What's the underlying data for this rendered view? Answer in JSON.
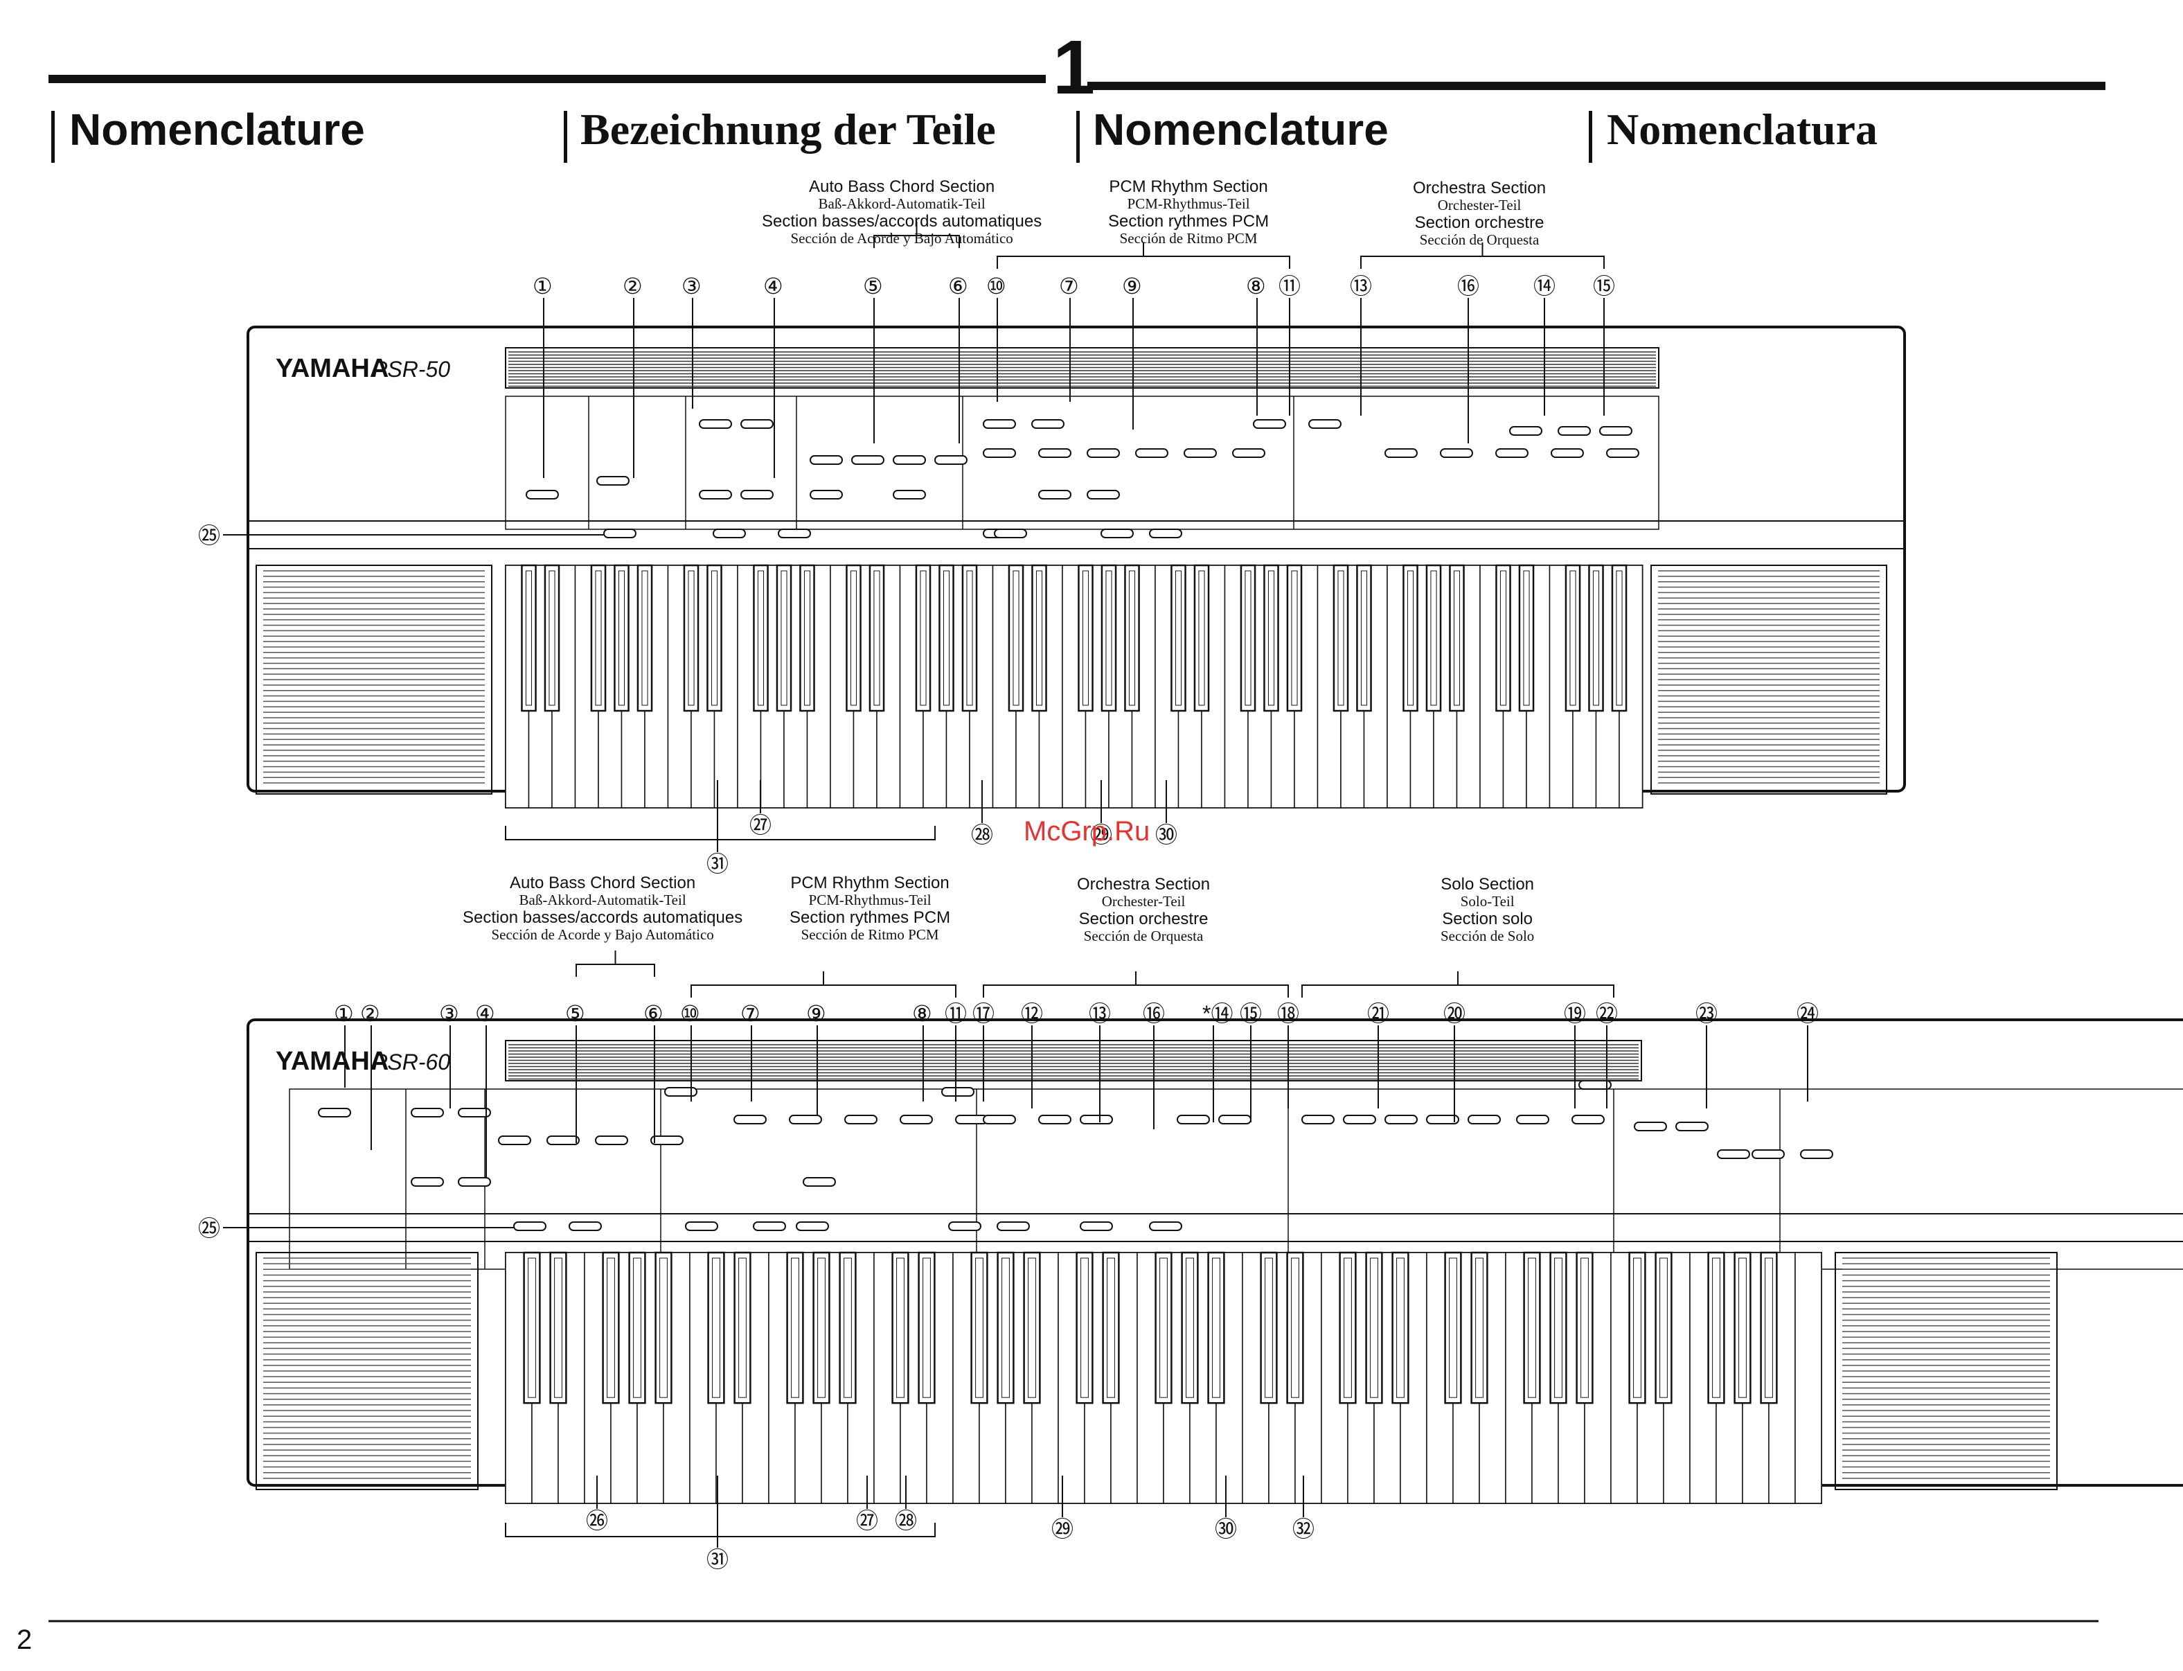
{
  "chapter_number": "1",
  "page_number": "2",
  "watermark": "McGrp.Ru",
  "headings": {
    "en": "Nomenclature",
    "de": "Bezeichnung der Teile",
    "fr": "Nomenclature",
    "es": "Nomenclatura"
  },
  "keyboard_top": {
    "brand": "YAMAHA",
    "model": "PSR-50",
    "sections": {
      "abc": [
        "Auto Bass Chord Section",
        "Baß-Akkord-Automatik-Teil",
        "Section basses/accords automatiques",
        "Sección de Acorde y Bajo Automático"
      ],
      "pcm": [
        "PCM Rhythm Section",
        "PCM-Rhythmus-Teil",
        "Section rythmes PCM",
        "Sección de Ritmo PCM"
      ],
      "orch": [
        "Orchestra Section",
        "Orchester-Teil",
        "Section orchestre",
        "Sección de Orquesta"
      ]
    },
    "callouts_top": [
      "①",
      "②",
      "③",
      "④",
      "⑤",
      "⑥",
      "⑩",
      "⑦",
      "⑨",
      "⑧",
      "⑪",
      "⑬",
      "⑯",
      "⑭",
      "⑮"
    ],
    "callouts_bottom": [
      "㉗",
      "㉘",
      "㉙",
      "㉚",
      "㉛"
    ],
    "callout_side": "㉕"
  },
  "keyboard_bottom": {
    "brand": "YAMAHA",
    "model": "PSR-60",
    "sections": {
      "abc": [
        "Auto Bass Chord Section",
        "Baß-Akkord-Automatik-Teil",
        "Section basses/accords automatiques",
        "Sección de Acorde y Bajo Automático"
      ],
      "pcm": [
        "PCM Rhythm Section",
        "PCM-Rhythmus-Teil",
        "Section rythmes PCM",
        "Sección de Ritmo PCM"
      ],
      "orch": [
        "Orchestra Section",
        "Orchester-Teil",
        "Section orchestre",
        "Sección de Orquesta"
      ],
      "solo": [
        "Solo Section",
        "Solo-Teil",
        "Section solo",
        "Sección de Solo"
      ]
    },
    "callouts_top": [
      "①",
      "②",
      "③",
      "④",
      "⑤",
      "⑥",
      "⑩",
      "⑦",
      "⑨",
      "⑧",
      "⑪",
      "⑰",
      "⑫",
      "⑬",
      "⑯",
      "*⑭",
      "⑮",
      "⑱",
      "㉑",
      "⑳",
      "⑲",
      "㉒",
      "㉓",
      "㉔"
    ],
    "callouts_bottom": [
      "㉖",
      "㉗",
      "㉘",
      "㉙",
      "㉚",
      "㉜",
      "㉛"
    ],
    "callout_side": "㉕"
  }
}
